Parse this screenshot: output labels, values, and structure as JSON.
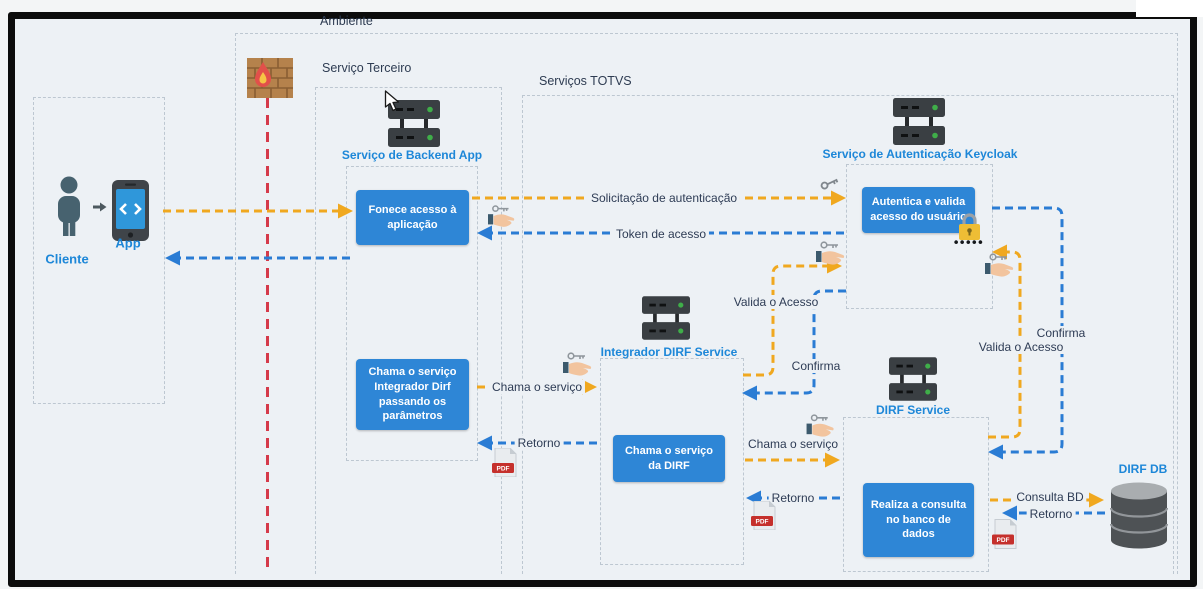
{
  "containers": {
    "ambiente": "Ambiente",
    "serv_terceiro": "Serviço Terceiro",
    "serv_totvs": "Serviços TOTVS"
  },
  "actors": {
    "cliente": "Cliente",
    "app": "App"
  },
  "nodes": {
    "backend": {
      "label": "Serviço de Backend App"
    },
    "keycloak": {
      "label": "Serviço de Autenticação Keycloak"
    },
    "integrador": {
      "label": "Integrador DIRF Service"
    },
    "dirf_service": {
      "label": "DIRF Service"
    },
    "dirf_db": {
      "label": "DIRF DB"
    }
  },
  "boxes": {
    "fornece": "Fonece acesso à aplicação",
    "chama_integrador": "Chama o serviço Integrador Dirf passando os parâmetros",
    "autentica": "Autentica e valida acesso do usuário",
    "chama_dirf": "Chama o serviço da DIRF",
    "realiza": "Realiza a consulta no banco de dados"
  },
  "arrow_labels": {
    "solicitacao": "Solicitação de autenticação",
    "token": "Token de acesso",
    "valida_acesso_mid": "Valida o Acesso",
    "confirma_mid": "Confirma",
    "confirma_right": "Confirma",
    "valida_acesso_right": "Valida o Acesso",
    "chama_servico_1": "Chama o serviço",
    "retorno_1": "Retorno",
    "chama_servico_2": "Chama o serviço",
    "retorno_2": "Retorno",
    "consulta_bd": "Consulta BD",
    "retorno_3": "Retorno"
  },
  "icons": {
    "password_dots": "•••••",
    "pdf_label": "PDF"
  },
  "colors": {
    "canvas_bg": "#edf1f5",
    "frame_border": "#0c0c0c",
    "box_blue": "#2e86d6",
    "service_label_blue": "#1d87d8",
    "arrow_yellow": "#f0a81f",
    "arrow_blue": "#2a7cd4",
    "firewall_red_line": "#d53a4a",
    "text_navy": "#2e3c55"
  }
}
